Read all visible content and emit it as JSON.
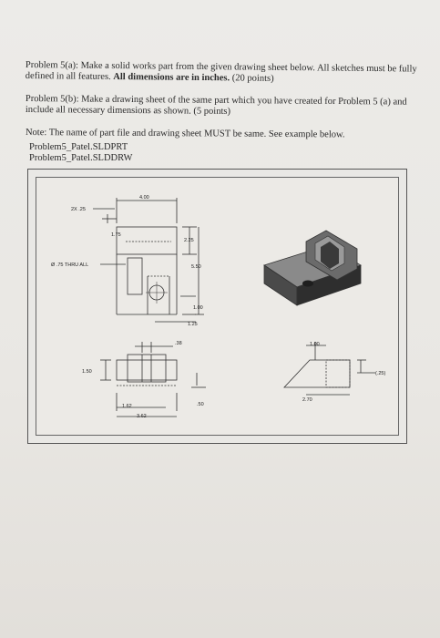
{
  "problem_a": {
    "label": "Problem 5(a):",
    "text": "Make a solid works part from the given drawing sheet below. All sketches must be fully defined in all features.",
    "bold": "All dimensions are in inches.",
    "points": "(20 points)"
  },
  "problem_b": {
    "label": "Problem 5(b):",
    "text": "Make a drawing sheet of the same part which you have created for Problem 5 (a) and include all necessary dimensions as shown.",
    "points": "(5 points)"
  },
  "note": {
    "label": "Note:",
    "text": "The name of part file and drawing sheet MUST be same. See example below."
  },
  "files": [
    "Problem5_Patel.SLDPRT",
    "Problem5_Patel.SLDDRW"
  ],
  "drawing": {
    "dims": {
      "width_top": "4.00",
      "chamfer": "2X .25",
      "slot_width": "1.75",
      "height_225": "2.25",
      "hole": "Ø .75 THRU ALL",
      "height_550": "5.50",
      "d_100": "1.00",
      "d_125": "1.25",
      "d_38": ".38",
      "d_150": "1.50",
      "d_162": "1.62",
      "d_362": "3.62",
      "d_50": ".50",
      "side_100": "1.00",
      "side_25": "(.25)",
      "side_270": "2.70"
    }
  }
}
